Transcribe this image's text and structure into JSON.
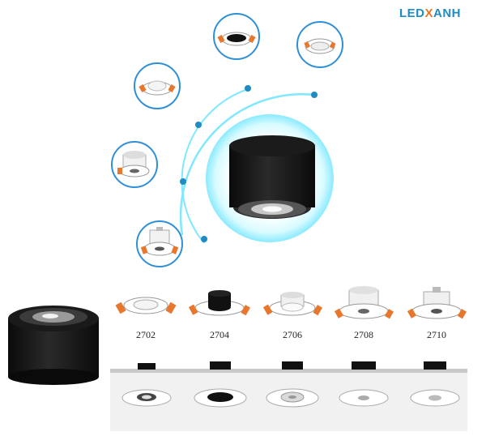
{
  "brand": {
    "name_led": "LED",
    "name_x": "X",
    "name_rest": "ANH"
  },
  "models": [
    {
      "code": "2702",
      "bezel": "white",
      "ring": "gimbal-white"
    },
    {
      "code": "2704",
      "bezel": "white",
      "ring": "black"
    },
    {
      "code": "2706",
      "bezel": "white",
      "ring": "white"
    },
    {
      "code": "2708",
      "bezel": "white",
      "ring": "tall-white"
    },
    {
      "code": "2710",
      "bezel": "white",
      "ring": "tall-white-rim"
    }
  ],
  "colors": {
    "accent": "#1e8bc3",
    "orange": "#e8772e",
    "glow": "#7fe8ff",
    "housing": "#111111"
  }
}
